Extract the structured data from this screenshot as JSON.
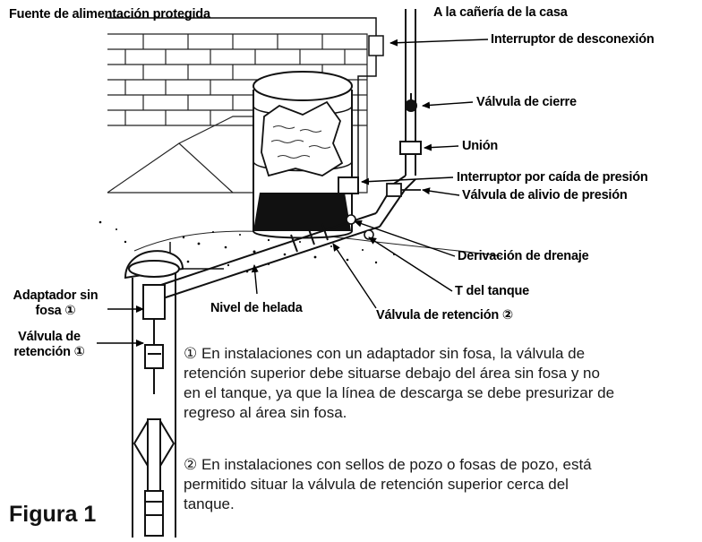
{
  "labels": {
    "power_supply": "Fuente de alimentación protegida",
    "to_house_piping": "A la cañería de la casa",
    "disconnect_switch": "Interruptor de desconexión",
    "shutoff_valve": "Válvula de cierre",
    "union": "Unión",
    "pressure_drop_switch": "Interruptor por caída de presión",
    "pressure_relief_valve": "Válvula de alivio de presión",
    "drain_tap": "Derivación de drenaje",
    "tank_tee": "T del tanque",
    "check_valve_2": "Válvula de retención ②",
    "frost_level": "Nivel de helada",
    "pitless_adapter_line1": "Adaptador sin",
    "pitless_adapter_line2": "fosa ①",
    "check_valve_1_line1": "Válvula de",
    "check_valve_1_line2": "retención ①"
  },
  "notes": {
    "note1_lines": [
      "① En instalaciones con un adaptador sin fosa, la válvula de",
      "retención superior debe situarse debajo del área sin fosa y no",
      "en el tanque, ya que la línea de descarga se debe presurizar de",
      "regreso al área sin fosa."
    ],
    "note2_lines": [
      "② En instalaciones con sellos de pozo o fosas de pozo, está",
      "permitido situar la válvula de retención superior cerca del",
      "tanque."
    ]
  },
  "figure_label": "Figura 1"
}
